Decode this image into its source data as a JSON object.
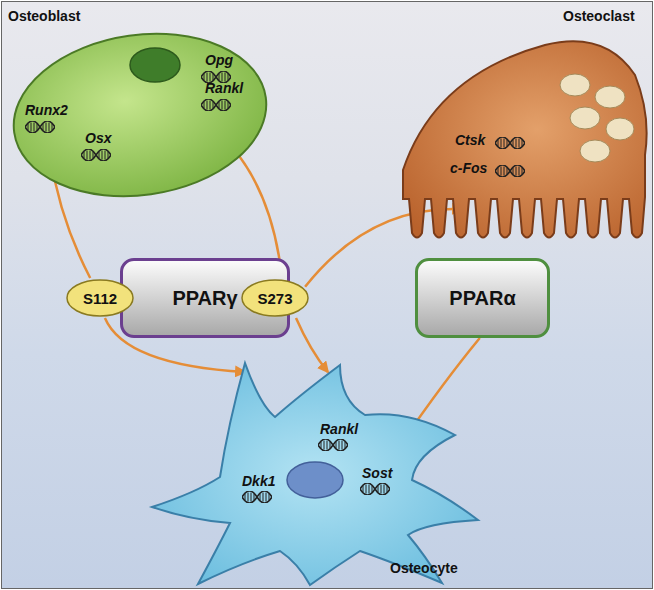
{
  "diagram": {
    "nodes": [
      {
        "text": [
          "Osteoblast",
          "Opg",
          "Rankl",
          "Runx2",
          "Osx"
        ]
      },
      {
        "text": [
          "Osteoclast",
          "Ctsk",
          "c-Fos"
        ]
      },
      {
        "text": [
          "S112"
        ]
      },
      {
        "text": [
          "PPARγ"
        ]
      },
      {
        "text": [
          "S273"
        ]
      },
      {
        "text": [
          "PPARα"
        ]
      },
      {
        "text": [
          "Rankl",
          "Dkk1",
          "Sost",
          "Osteocyte"
        ]
      }
    ],
    "edges": [
      {
        "from": 2,
        "to": 0,
        "arrow": "to"
      },
      {
        "from": 2,
        "to": 6,
        "arrow": "to"
      },
      {
        "from": 4,
        "to": 0,
        "arrow": "to"
      },
      {
        "from": 4,
        "to": 1,
        "arrow": "to"
      },
      {
        "from": 4,
        "to": 6,
        "arrow": "to"
      },
      {
        "from": 5,
        "to": 6,
        "arrow": "to"
      }
    ]
  }
}
